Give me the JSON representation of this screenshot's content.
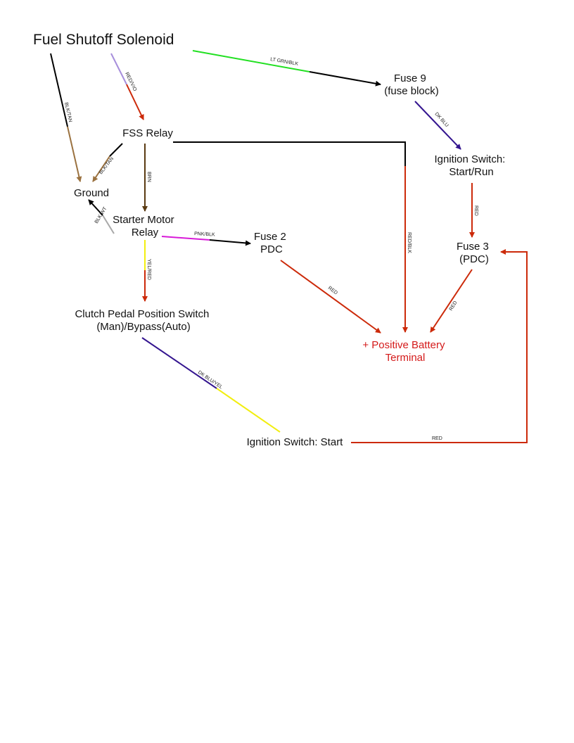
{
  "nodes": {
    "fuel_shutoff_solenoid": "Fuel Shutoff Solenoid",
    "fss_relay": "FSS Relay",
    "ground": "Ground",
    "starter_motor_relay": [
      "Starter Motor",
      "Relay"
    ],
    "fuse_2": [
      "Fuse 2",
      "PDC"
    ],
    "clutch_switch": [
      "Clutch Pedal Position Switch",
      "(Man)/Bypass(Auto)"
    ],
    "fuse_9": [
      "Fuse 9",
      "(fuse block)"
    ],
    "ignition_start_run": [
      "Ignition Switch:",
      "Start/Run"
    ],
    "fuse_3": [
      "Fuse 3",
      "(PDC)"
    ],
    "battery": [
      "+ Positive Battery",
      "Terminal"
    ],
    "ignition_start": "Ignition Switch: Start"
  },
  "wires": {
    "solenoid_ground": "BLK/TAN",
    "solenoid_relay": "RED/VIO",
    "solenoid_fuse9": "LT GRN/BLK",
    "relay_ground": "BLK/TAN",
    "relay_starter": "BRN",
    "starter_ground": "BLK/WT",
    "relay_battery": "RED/BLK",
    "starter_fuse2": "PNK/BLK",
    "starter_clutch": "YEL/RED",
    "fuse9_ignition": "DK BLU",
    "ignition_fuse3": "RED",
    "fuse2_battery": "RED",
    "fuse3_battery": "RED",
    "clutch_ignition": "DK BLU/YEL",
    "ignition_start_fuse3": "RED"
  },
  "colors": {
    "black": "#000000",
    "tan": "#9b7240",
    "violet": "#a78fdc",
    "red": "#cc2a0a",
    "green": "#22e022",
    "brown": "#5a3a12",
    "gray": "#a8a8a8",
    "pink": "#d81ad8",
    "yellow": "#f2ee10",
    "dark_blue": "#34158f",
    "battery_text": "#d41a1a"
  }
}
